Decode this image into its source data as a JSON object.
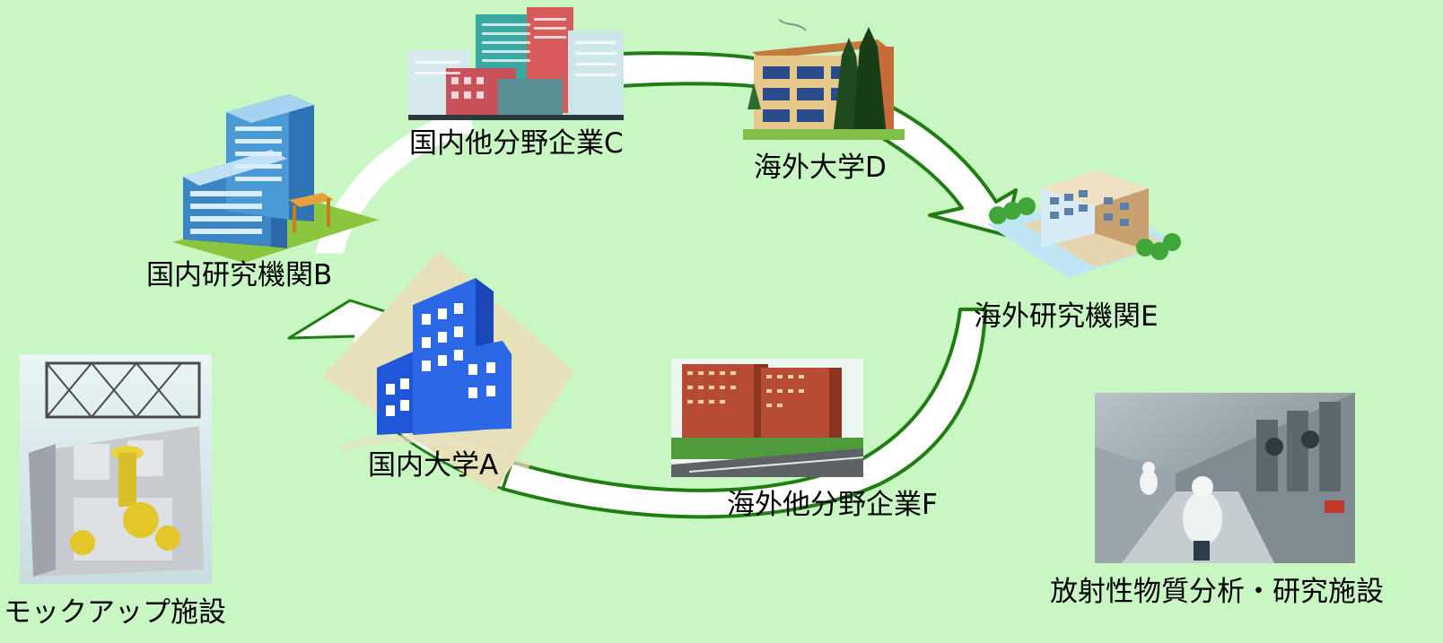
{
  "nodes": {
    "university_a": {
      "label": "国内大学A",
      "icon": "university-building-icon"
    },
    "research_b": {
      "label": "国内研究機関B",
      "icon": "office-building-icon"
    },
    "company_c": {
      "label": "国内他分野企業C",
      "icon": "city-skyline-icon"
    },
    "university_d": {
      "label": "海外大学D",
      "icon": "campus-building-icon"
    },
    "research_e": {
      "label": "海外研究機関E",
      "icon": "institute-building-icon"
    },
    "company_f": {
      "label": "海外他分野企業F",
      "icon": "apartment-towers-icon"
    }
  },
  "facilities": {
    "mockup": {
      "label": "モックアップ施設",
      "icon": "mockup-facility-icon"
    },
    "analysis": {
      "label": "放射性物質分析・研究施設",
      "icon": "lab-photo-icon"
    }
  },
  "colors": {
    "background": "#c8f7c3",
    "arrow_fill": "#ffffff",
    "arrow_stroke": "#1f7d12"
  }
}
